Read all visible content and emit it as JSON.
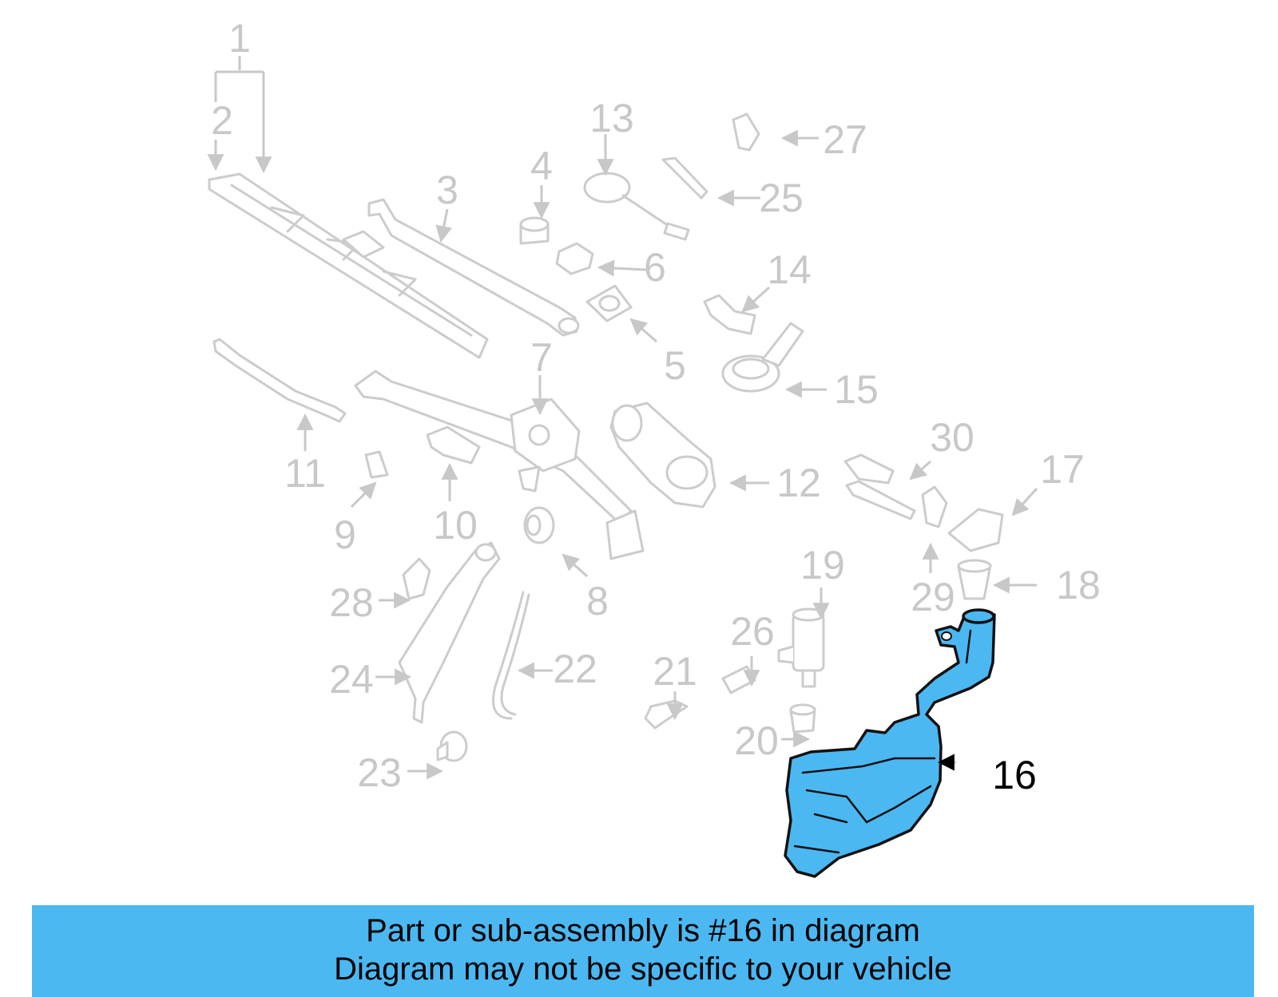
{
  "diagram": {
    "highlighted_part": "16",
    "highlight_color": "#4bb8f2",
    "muted_color": "#c8c8c8",
    "labels": [
      "1",
      "2",
      "3",
      "4",
      "5",
      "6",
      "7",
      "8",
      "9",
      "10",
      "11",
      "12",
      "13",
      "14",
      "15",
      "16",
      "17",
      "18",
      "19",
      "20",
      "21",
      "22",
      "23",
      "24",
      "25",
      "26",
      "27",
      "28",
      "29",
      "30"
    ]
  },
  "banner": {
    "line1": "Part or sub-assembly is #16 in diagram",
    "line2": "Diagram may not be specific to your vehicle",
    "background": "#4bb8f2"
  }
}
